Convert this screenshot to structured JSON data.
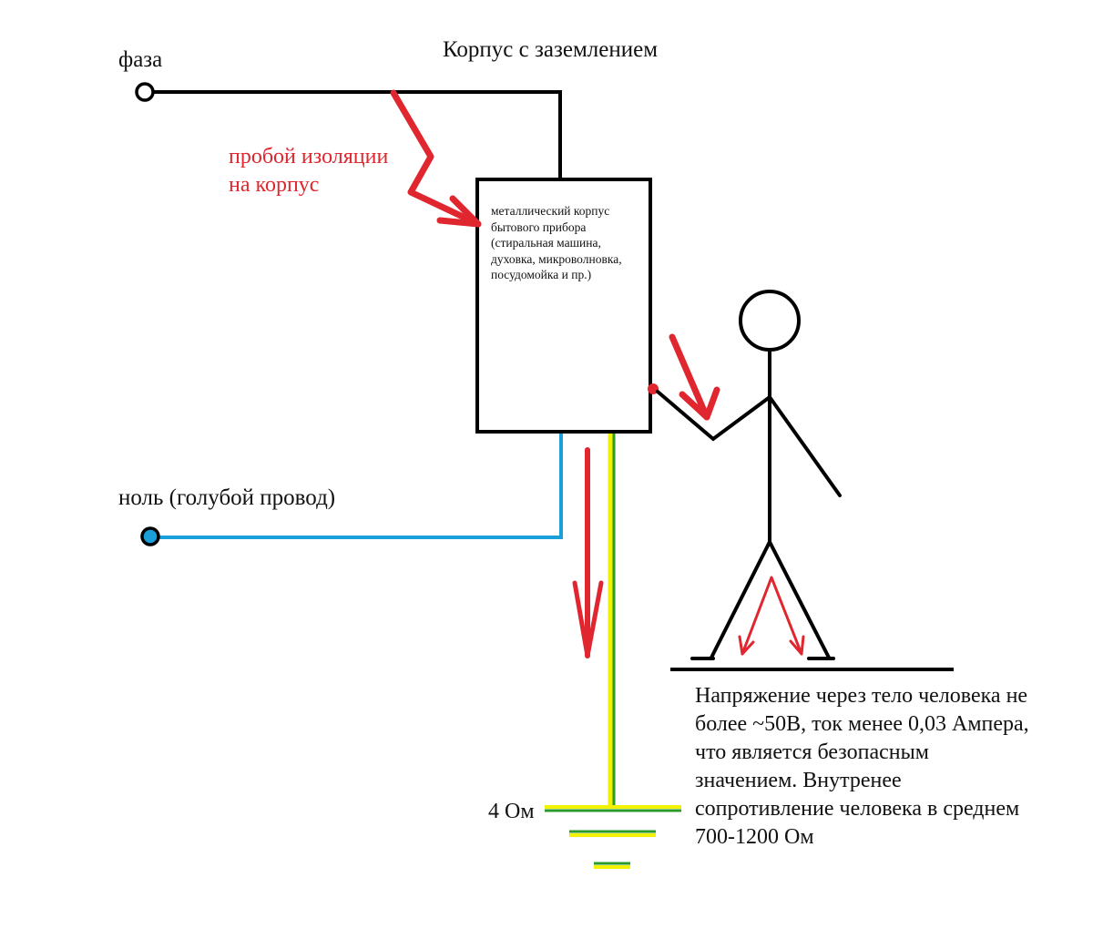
{
  "labels": {
    "phase": "фаза",
    "grounded_case": "Корпус с заземлением",
    "neutral": "ноль (голубой провод)",
    "resistance": "4 Ом"
  },
  "breakdown": {
    "line1": "пробой изоляции",
    "line2": "на корпус"
  },
  "appliance": {
    "line1": "металлический корпус",
    "line2": "бытового прибора",
    "line3": "(стиральная машина,",
    "line4": "духовка, микроволновка,",
    "line5": "посудомойка и пр.)"
  },
  "note": {
    "line1": "Напряжение через тело человека не",
    "line2": "более ~50В, ток менее 0,03 Ампера,",
    "line3": "что является безопасным",
    "line4": "значением. Внутренее",
    "line5": "сопротивление человека в среднем",
    "line6": "700-1200 Ом"
  },
  "colors": {
    "phase_wire": "#000000",
    "neutral_wire": "#1a9fd8",
    "earth_yellow": "#f2f200",
    "earth_green": "#2a9a2a",
    "arrow_red": "#e0262e"
  }
}
